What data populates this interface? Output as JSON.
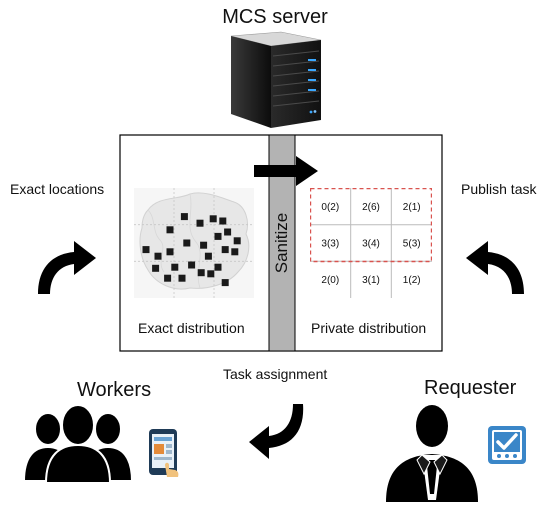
{
  "server": {
    "title": "MCS server",
    "icon": "server-icon"
  },
  "left_label": "Exact locations",
  "right_label": "Publish task",
  "exact_map": {
    "caption": "Exact distribution",
    "points": [
      [
        0.42,
        0.26
      ],
      [
        0.3,
        0.38
      ],
      [
        0.55,
        0.32
      ],
      [
        0.66,
        0.28
      ],
      [
        0.74,
        0.3
      ],
      [
        0.78,
        0.4
      ],
      [
        0.7,
        0.44
      ],
      [
        0.86,
        0.48
      ],
      [
        0.84,
        0.58
      ],
      [
        0.76,
        0.56
      ],
      [
        0.44,
        0.5
      ],
      [
        0.58,
        0.52
      ],
      [
        0.3,
        0.58
      ],
      [
        0.2,
        0.62
      ],
      [
        0.1,
        0.56
      ],
      [
        0.18,
        0.73
      ],
      [
        0.34,
        0.72
      ],
      [
        0.48,
        0.7
      ],
      [
        0.56,
        0.77
      ],
      [
        0.64,
        0.78
      ],
      [
        0.7,
        0.72
      ],
      [
        0.76,
        0.86
      ],
      [
        0.4,
        0.82
      ],
      [
        0.28,
        0.82
      ],
      [
        0.62,
        0.62
      ]
    ]
  },
  "sanitize_label": "Sanitize",
  "private_grid": {
    "caption": "Private distribution",
    "cells": [
      "0(2)",
      "2(6)",
      "2(1)",
      "3(3)",
      "3(4)",
      "5(3)",
      "2(0)",
      "3(1)",
      "1(2)"
    ]
  },
  "task_assignment_label": "Task assignment",
  "workers": {
    "label": "Workers",
    "icon": "workers-group-icon",
    "device_icon": "phone-icon"
  },
  "requester": {
    "label": "Requester",
    "icon": "requester-icon",
    "task_icon": "task-check-icon"
  },
  "colors": {
    "dashed_border": "#d9534f",
    "sanitize_bar": "#b3b3b3",
    "task_icon": "#3a86c8"
  }
}
